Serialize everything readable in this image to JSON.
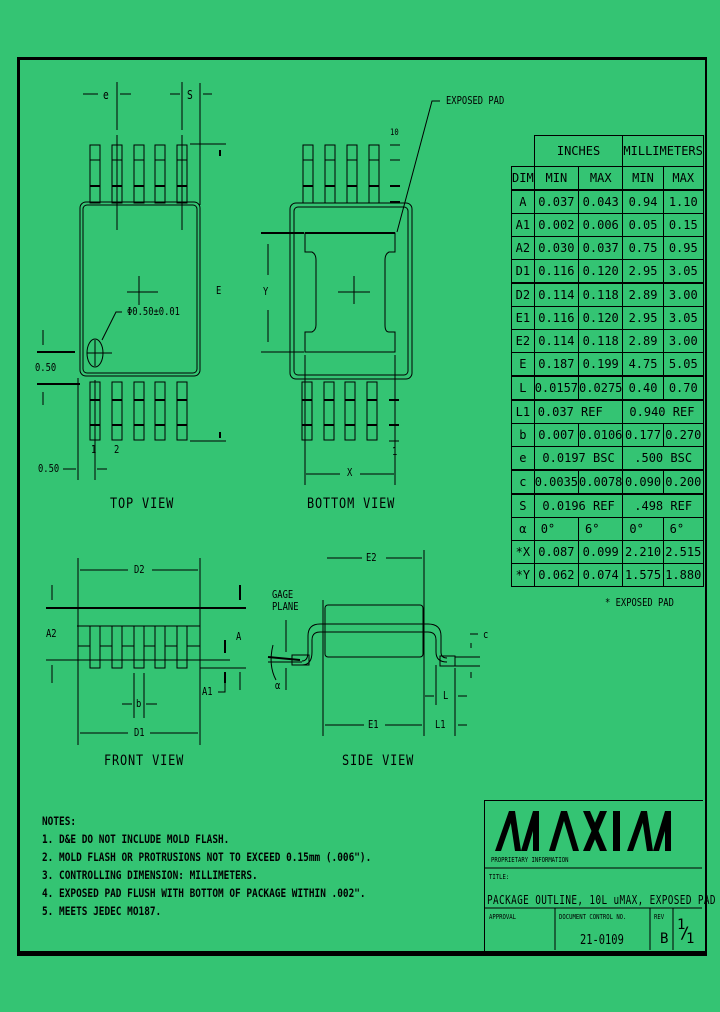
{
  "drawing": {
    "background_color": "#34c473",
    "line_color": "#000000"
  },
  "views": {
    "top": {
      "title": "TOP VIEW",
      "labels": {
        "e": "e",
        "s": "S",
        "e_dim": "E",
        "hole": "Φ0.50±0.01",
        "offset_left": "0.50",
        "offset_bottom": "0.50",
        "pin1": "1",
        "pin2": "2"
      }
    },
    "bottom": {
      "title": "BOTTOM VIEW",
      "labels": {
        "exposed_pad": "EXPOSED PAD",
        "pin10": "10",
        "pin1": "1",
        "x": "X",
        "y": "Y"
      }
    },
    "front": {
      "title": "FRONT VIEW",
      "labels": {
        "d2": "D2",
        "d1": "D1",
        "a2": "A2",
        "a1": "A1",
        "a": "A",
        "b": "b"
      }
    },
    "side": {
      "title": "SIDE VIEW",
      "labels": {
        "e2": "E2",
        "e1": "E1",
        "gage": "GAGE",
        "plane": "PLANE",
        "alpha": "α",
        "c": "c",
        "l": "L",
        "l1": "L1"
      }
    }
  },
  "table": {
    "group_headers": [
      "INCHES",
      "MILLIMETERS"
    ],
    "columns": [
      "DIM",
      "MIN",
      "MAX",
      "MIN",
      "MAX"
    ],
    "rows": [
      {
        "dim": "A",
        "in_min": "0.037",
        "in_max": "0.043",
        "mm_min": "0.94",
        "mm_max": "1.10"
      },
      {
        "dim": "A1",
        "in_min": "0.002",
        "in_max": "0.006",
        "mm_min": "0.05",
        "mm_max": "0.15"
      },
      {
        "dim": "A2",
        "in_min": "0.030",
        "in_max": "0.037",
        "mm_min": "0.75",
        "mm_max": "0.95"
      },
      {
        "dim": "D1",
        "in_min": "0.116",
        "in_max": "0.120",
        "mm_min": "2.95",
        "mm_max": "3.05"
      },
      {
        "dim": "D2",
        "in_min": "0.114",
        "in_max": "0.118",
        "mm_min": "2.89",
        "mm_max": "3.00"
      },
      {
        "dim": "E1",
        "in_min": "0.116",
        "in_max": "0.120",
        "mm_min": "2.95",
        "mm_max": "3.05"
      },
      {
        "dim": "E2",
        "in_min": "0.114",
        "in_max": "0.118",
        "mm_min": "2.89",
        "mm_max": "3.00"
      },
      {
        "dim": "E",
        "in_min": "0.187",
        "in_max": "0.199",
        "mm_min": "4.75",
        "mm_max": "5.05"
      },
      {
        "dim": "L",
        "in_min": "0.0157",
        "in_max": "0.0275",
        "mm_min": "0.40",
        "mm_max": "0.70"
      },
      {
        "dim": "L1",
        "in_span": "0.037 REF",
        "mm_span": "0.940 REF"
      },
      {
        "dim": "b",
        "in_min": "0.007",
        "in_max": "0.0106",
        "mm_min": "0.177",
        "mm_max": "0.270"
      },
      {
        "dim": "e",
        "in_span": "0.0197 BSC",
        "mm_span": ".500 BSC"
      },
      {
        "dim": "c",
        "in_min": "0.0035",
        "in_max": "0.0078",
        "mm_min": "0.090",
        "mm_max": "0.200"
      },
      {
        "dim": "S",
        "in_span": "0.0196 REF",
        "mm_span": ".498 REF"
      },
      {
        "dim": "α",
        "in_min": "0°",
        "in_max": "6°",
        "mm_min": "0°",
        "mm_max": "6°"
      },
      {
        "dim": "*X",
        "in_min": "0.087",
        "in_max": "0.099",
        "mm_min": "2.210",
        "mm_max": "2.515"
      },
      {
        "dim": "*Y",
        "in_min": "0.062",
        "in_max": "0.074",
        "mm_min": "1.575",
        "mm_max": "1.880"
      }
    ],
    "footnote": "* EXPOSED PAD"
  },
  "notes": {
    "heading": "NOTES:",
    "items": [
      "1. D&E DO NOT INCLUDE MOLD FLASH.",
      "2. MOLD FLASH OR PROTRUSIONS NOT TO EXCEED 0.15mm (.006\").",
      "3. CONTROLLING DIMENSION:  MILLIMETERS.",
      "4. EXPOSED PAD FLUSH WITH BOTTOM OF PACKAGE WITHIN .002\".",
      "5. MEETS JEDEC MO187."
    ]
  },
  "title_block": {
    "logo": "MAXIM",
    "proprietary": "PROPRIETARY INFORMATION",
    "title_label": "TITLE:",
    "title": "PACKAGE OUTLINE, 10L uMAX, EXPOSED PAD",
    "approval_label": "APPROVAL",
    "doc_control_label": "DOCUMENT CONTROL NO.",
    "rev_label": "REV",
    "doc_number": "21-0109",
    "rev": "B",
    "sheet_num": "1",
    "sheet_den": "1"
  }
}
